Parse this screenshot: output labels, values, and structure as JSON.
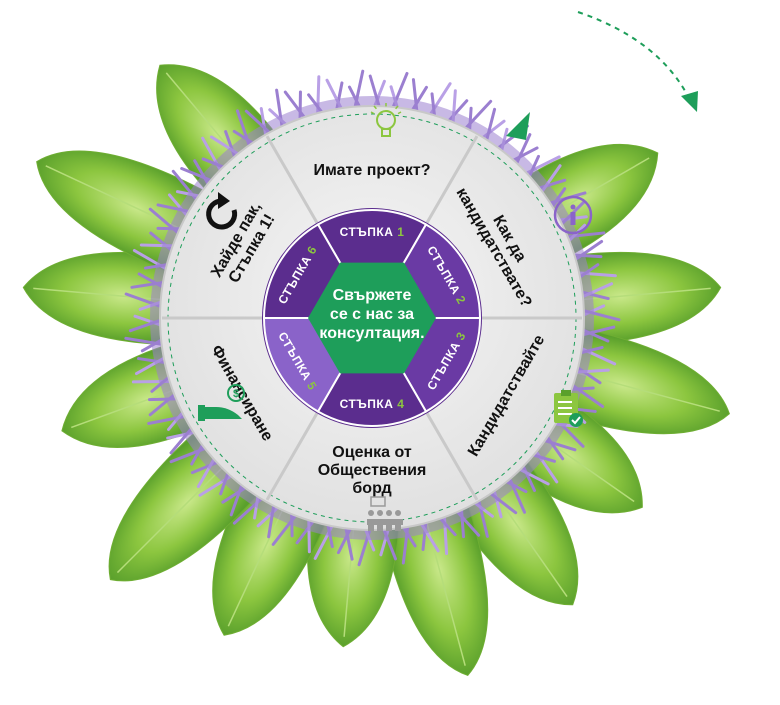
{
  "colors": {
    "leaf": "#8cc63f",
    "leaf_dark": "#5aa02c",
    "flower": "#9b7fd0",
    "flower_dark": "#7a5cb8",
    "ring_light": "#ececec",
    "ring_border": "#d0d0d0",
    "inner_purple": "#5b2d8e",
    "inner_light": "#8a63c9",
    "center_green": "#1e9e5a",
    "accent_green": "#1e9e5a",
    "arrow_green": "#1e9e5a"
  },
  "segments": [
    {
      "lines": [
        "Имате проект?"
      ],
      "icon": "lightbulb-icon"
    },
    {
      "lines": [
        "Как да",
        "кандидатствате?"
      ],
      "icon": "info-icon"
    },
    {
      "lines": [
        "Кандидатствайте"
      ],
      "icon": "clipboard-check-icon"
    },
    {
      "lines": [
        "Оценка от",
        "Обществения",
        "борд"
      ],
      "icon": "board-meeting-icon"
    },
    {
      "lines": [
        "Финансиране"
      ],
      "icon": "hand-money-icon"
    },
    {
      "lines": [
        "Хайде пак,",
        "Стъпка 1!"
      ],
      "icon": "refresh-icon"
    }
  ],
  "steps": [
    {
      "label": "СТЪПКА",
      "num": "1"
    },
    {
      "label": "СТЪПКА",
      "num": "2"
    },
    {
      "label": "СТЪПКА",
      "num": "3"
    },
    {
      "label": "СТЪПКА",
      "num": "4"
    },
    {
      "label": "СТЪПКА",
      "num": "5"
    },
    {
      "label": "СТЪПКА",
      "num": "6"
    }
  ],
  "center": {
    "lines": [
      "Свържете",
      "се с нас за",
      "консултация."
    ]
  }
}
